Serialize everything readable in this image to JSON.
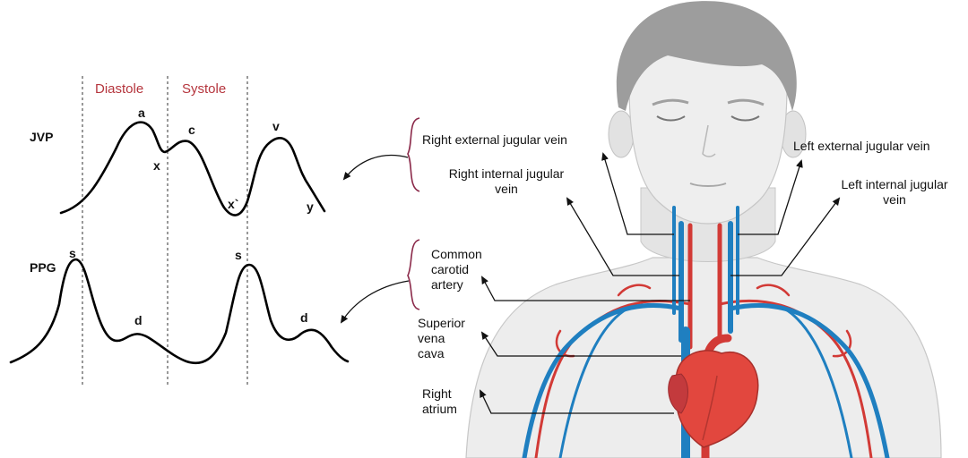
{
  "phases": {
    "diastole": "Diastole",
    "systole": "Systole"
  },
  "waveforms": {
    "jvp": {
      "label": "JVP",
      "points": {
        "a": "a",
        "c": "c",
        "v": "v",
        "x": "x",
        "x_prime": "x`",
        "y": "y"
      }
    },
    "ppg": {
      "label": "PPG",
      "points": {
        "s1": "s",
        "d1": "d",
        "s2": "s",
        "d2": "d"
      }
    }
  },
  "anatomy": {
    "right_external_jugular_vein": "Right external jugular vein",
    "right_internal_jugular_vein_1": "Right internal  jugular",
    "right_internal_jugular_vein_2": "vein",
    "left_external_jugular_vein": "Left external jugular vein",
    "left_internal_jugular_vein_1": "Left internal  jugular",
    "left_internal_jugular_vein_2": "vein",
    "common_carotid_artery_1": "Common",
    "common_carotid_artery_2": "carotid",
    "common_carotid_artery_3": "artery",
    "superior_vena_cava_1": "Superior",
    "superior_vena_cava_2": "vena",
    "superior_vena_cava_3": "cava",
    "right_atrium_1": "Right",
    "right_atrium_2": "atrium"
  },
  "colors": {
    "phase_label": "#b5353d",
    "bracket": "#8b2a4a",
    "vein": "#1f7fc0",
    "artery": "#d23a36",
    "skin": "#ececec",
    "hair": "#9a9a9a"
  }
}
